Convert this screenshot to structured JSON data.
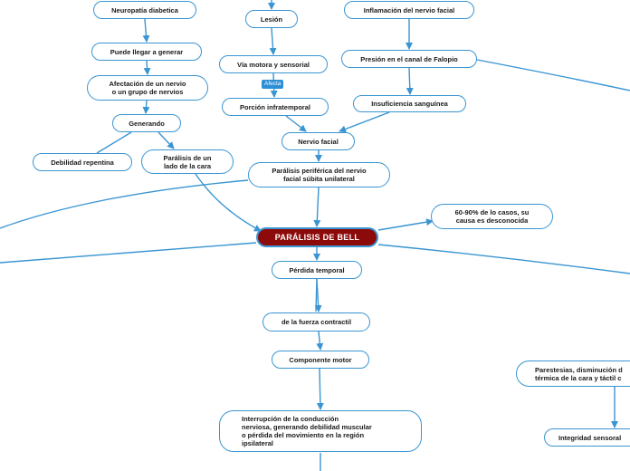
{
  "diagram": {
    "central": "PARÁLISIS DE BELL",
    "nodes": {
      "neuropatia": "Neuropatía diabetica",
      "puede_llegar": "Puede llegar a generar",
      "afectacion": "Afectación de un nervio\no un grupo de nervios",
      "generando": "Generando",
      "debilidad": "Debilidad repentina",
      "paralisis_lado": "Parálisis de un\nlado de la cara",
      "lesion": "Lesión",
      "via_motora": "Vía motora y sensorial",
      "porcion": "Porción infratemporal",
      "inflamacion": "Inflamación del nervio facial",
      "presion": "Presión en el canal de Falopio",
      "insuficiencia": "Insuficiencia sanguínea",
      "nervio_facial": "Nervio facial",
      "paralisis_periferica": "Parálisis periférica del nervio\nfacial súbita unilateral",
      "porcentaje": "60-90% de lo casos, su\ncausa es desconocida",
      "perdida_temporal": "Pérdida temporal",
      "fuerza": "de la fuerza contractil",
      "componente_motor": "Componente motor",
      "interrupcion": "Interrupción de la conducción\nnerviosa, generando debilidad muscular\no pérdida del movimiento en la región\nipsilateral",
      "parestesias": "Parestesias, disminución d\ntérmica de la cara y táctil c",
      "integridad": "Integridad sensoral"
    },
    "edge_labels": {
      "afecta": "Afecta"
    }
  },
  "colors": {
    "line": "#3a95d2",
    "central_fill": "#8d0a0a",
    "tag_fill": "#2d8fd5"
  }
}
